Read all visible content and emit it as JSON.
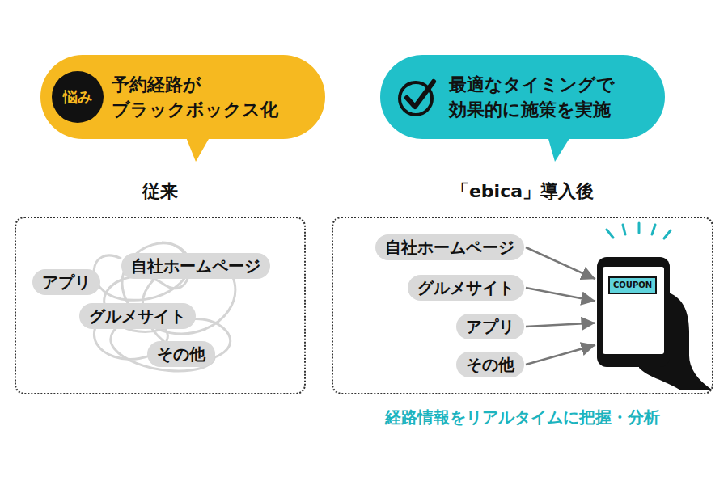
{
  "diagram": {
    "nodes": [
      {
        "text": [
          "予約経路が ブラックボックス化"
        ]
      },
      {
        "text": [
          "悩み"
        ],
        "in": 0
      },
      {
        "text": [
          "最適なタイミングで 効果的に施策を実施"
        ]
      },
      {
        "text": [
          "従来"
        ]
      },
      {
        "text": [
          "アプリ"
        ],
        "in": 3
      },
      {
        "text": [
          "自社ホームページ"
        ],
        "in": 3
      },
      {
        "text": [
          "グルメサイト"
        ],
        "in": 3
      },
      {
        "text": [
          "その他"
        ],
        "in": 3
      },
      {
        "text": [
          "「ebica」導入後"
        ]
      },
      {
        "text": [
          "自社ホームページ"
        ],
        "in": 8
      },
      {
        "text": [
          "グルメサイト"
        ],
        "in": 8
      },
      {
        "text": [
          "アプリ"
        ],
        "in": 8
      },
      {
        "text": [
          "その他"
        ],
        "in": 8
      },
      {
        "text": [
          "COUPON"
        ],
        "in": 8
      }
    ],
    "edges": [
      {
        "from": 9,
        "to": 13,
        "arrow": "to"
      },
      {
        "from": 10,
        "to": 13,
        "arrow": "to"
      },
      {
        "from": 11,
        "to": 13,
        "arrow": "to"
      },
      {
        "from": 12,
        "to": 13,
        "arrow": "to"
      }
    ],
    "labels": [
      "経路情報をリアルタイムに把握・分析"
    ]
  }
}
